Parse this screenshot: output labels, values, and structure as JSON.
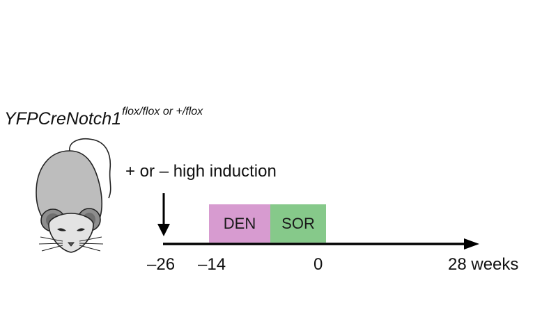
{
  "genotype": {
    "name": "YFPCreNotch1",
    "superscript": "flox/flox or +/flox"
  },
  "induction_label": "+ or – high induction",
  "treatments": [
    {
      "label": "DEN",
      "color": "#d79bd0"
    },
    {
      "label": "SOR",
      "color": "#86c98a"
    }
  ],
  "timeline": {
    "ticks": [
      "–26",
      "–14",
      "0",
      "28 weeks"
    ]
  },
  "icons": [
    "mouse-icon",
    "down-arrow-icon",
    "timeline-arrow"
  ]
}
